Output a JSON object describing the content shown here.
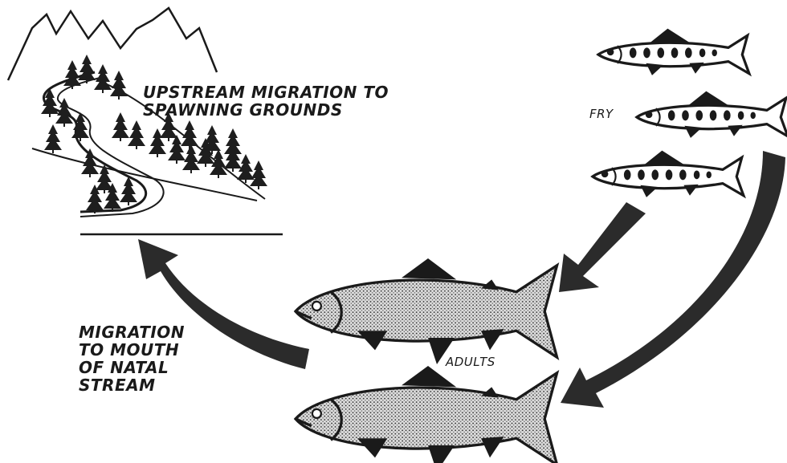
{
  "labels": {
    "upstream": [
      "UPSTREAM MIGRATION TO",
      "SPAWNING GROUNDS"
    ],
    "fry": "FRY",
    "adults": "ADULTS",
    "mouth": [
      "MIGRATION",
      "TO MOUTH",
      "OF NATAL",
      "STREAM"
    ]
  },
  "colors": {
    "ink": "#1a1a1a",
    "arrow": "#2b2b2b",
    "paper": "#ffffff"
  },
  "icons": [
    "mountain-icon",
    "tree-icon",
    "fish-icon",
    "arrow-icon"
  ]
}
